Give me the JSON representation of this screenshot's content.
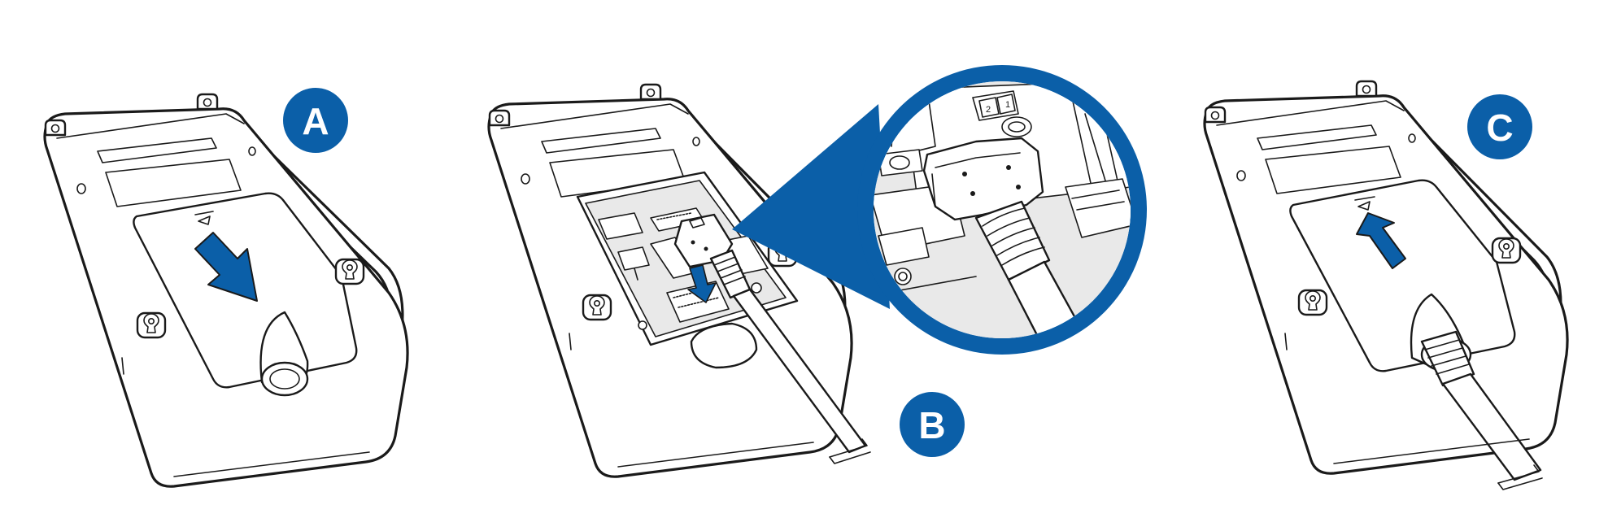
{
  "steps": [
    {
      "label": "A",
      "arrow_direction": "down"
    },
    {
      "label": "B",
      "arrow_direction": "down"
    },
    {
      "label": "C",
      "arrow_direction": "up"
    }
  ],
  "zoom_detail": {
    "slot_numbers": [
      "1",
      "2"
    ]
  },
  "colors": {
    "accent": "#0b5fa8",
    "outline": "#1a1a1a",
    "background": "#ffffff"
  },
  "icons": [
    "slide-down-arrow-icon",
    "press-down-arrow-icon",
    "slide-up-arrow-icon",
    "keyhole-mount-icon"
  ]
}
